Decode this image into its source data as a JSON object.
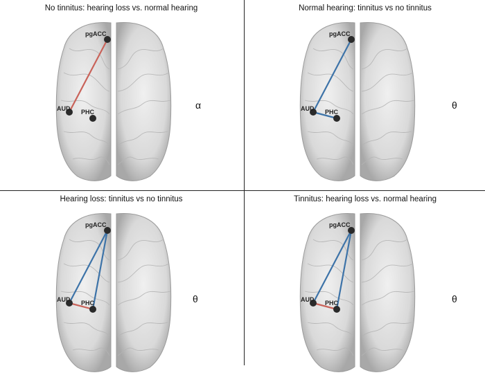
{
  "panels": [
    {
      "title": "No tinnitus: hearing loss vs. normal hearing",
      "band": "α",
      "connections": [
        {
          "from": "AUD",
          "to": "pgACC",
          "color": "#c9635a"
        }
      ]
    },
    {
      "title": "Normal hearing: tinnitus vs no tinnitus",
      "band": "θ",
      "connections": [
        {
          "from": "AUD",
          "to": "pgACC",
          "color": "#3d73a8"
        },
        {
          "from": "AUD",
          "to": "PHC",
          "color": "#3d73a8"
        }
      ]
    },
    {
      "title": "Hearing loss: tinnitus vs no tinnitus",
      "band": "θ",
      "connections": [
        {
          "from": "AUD",
          "to": "pgACC",
          "color": "#3d73a8"
        },
        {
          "from": "PHC",
          "to": "pgACC",
          "color": "#3d73a8"
        },
        {
          "from": "AUD",
          "to": "PHC",
          "color": "#c9635a"
        }
      ]
    },
    {
      "title": "Tinnitus: hearing loss vs. normal hearing",
      "band": "θ",
      "connections": [
        {
          "from": "AUD",
          "to": "pgACC",
          "color": "#3d73a8"
        },
        {
          "from": "PHC",
          "to": "pgACC",
          "color": "#3d73a8"
        },
        {
          "from": "AUD",
          "to": "PHC",
          "color": "#c9635a"
        }
      ]
    }
  ],
  "nodes": {
    "pgACC": "pgACC",
    "AUD": "AUD",
    "PHC": "PHC"
  },
  "colors": {
    "increase": "#c9635a",
    "decrease": "#3d73a8",
    "node": "#2a2a2a"
  }
}
